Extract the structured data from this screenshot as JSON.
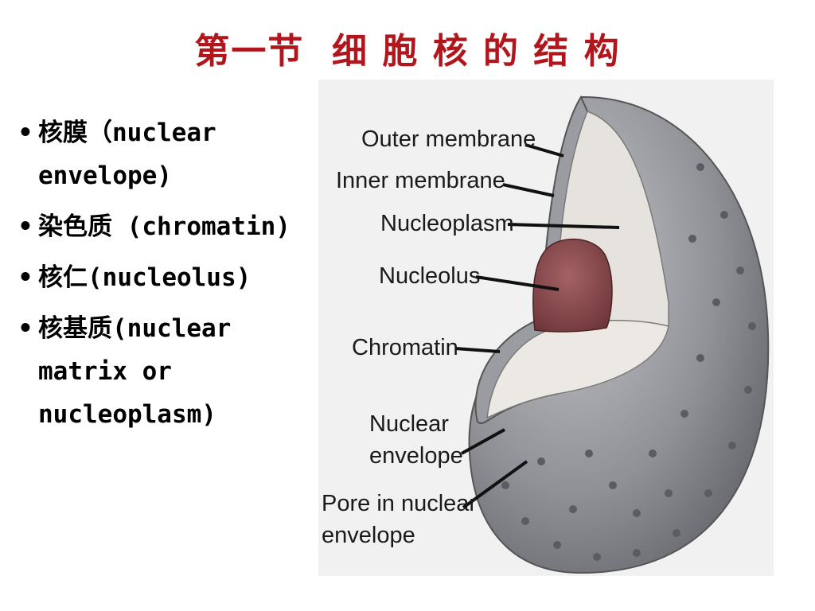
{
  "slide": {
    "title": "第一节  细 胞 核 的 结 构"
  },
  "bullets": [
    "核膜（nuclear envelope)",
    "染色质 (chromatin)",
    "核仁(nucleolus)",
    "核基质(nuclear matrix or nucleoplasm)"
  ],
  "diagram": {
    "labels": {
      "outer_membrane": "Outer membrane",
      "inner_membrane": "Inner membrane",
      "nucleoplasm": "Nucleoplasm",
      "nucleolus": "Nucleolus",
      "chromatin": "Chromatin",
      "nuclear_envelope_line1": "Nuclear",
      "nuclear_envelope_line2": "envelope",
      "pore_line1": "Pore in nuclear",
      "pore_line2": "envelope"
    },
    "colors": {
      "envelope": "#8f9196",
      "interior": "#e6e3de",
      "nucleolus": "#8a4a4d",
      "title": "#b0161b"
    }
  }
}
